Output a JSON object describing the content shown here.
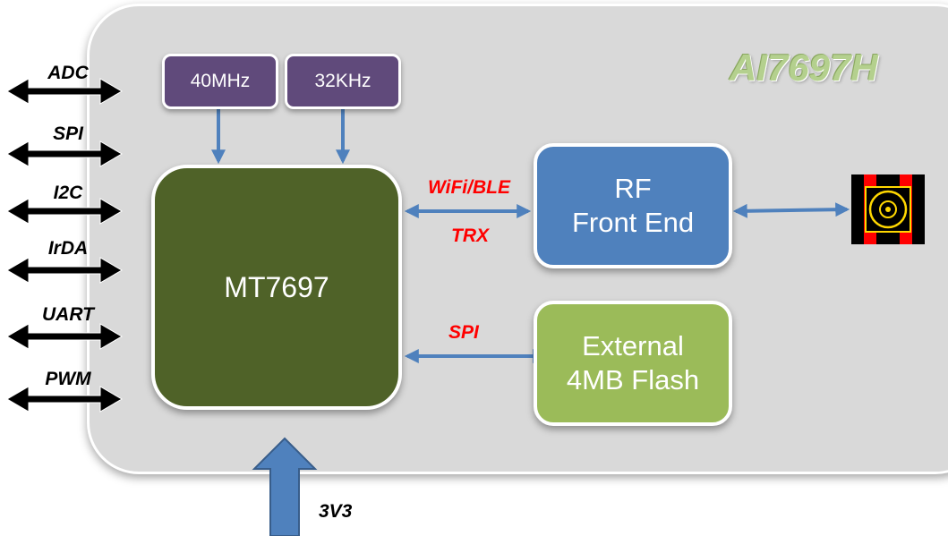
{
  "module_title": "AI7697H",
  "oscillators": [
    {
      "label": "40MHz"
    },
    {
      "label": "32KHz"
    }
  ],
  "mcu": {
    "label": "MT7697"
  },
  "rf_front_end": {
    "line1": "RF",
    "line2": "Front End"
  },
  "external_flash": {
    "line1": "External",
    "line2": "4MB Flash"
  },
  "links": {
    "wifi_label": "WiFi/BLE",
    "trx_label": "TRX",
    "spi_label": "SPI"
  },
  "ports": [
    "ADC",
    "SPI",
    "I2C",
    "IrDA",
    "UART",
    "PWM"
  ],
  "power": {
    "label": "3V3"
  },
  "antenna": {
    "name": "antenna-connector-icon"
  },
  "colors": {
    "board": "#d9d9d9",
    "oscillator": "#604a7b",
    "mcu": "#4f6228",
    "rf": "#4f81bd",
    "flash": "#9bbb59",
    "arrow": "#4f81bd",
    "link_label": "#ff0000"
  }
}
